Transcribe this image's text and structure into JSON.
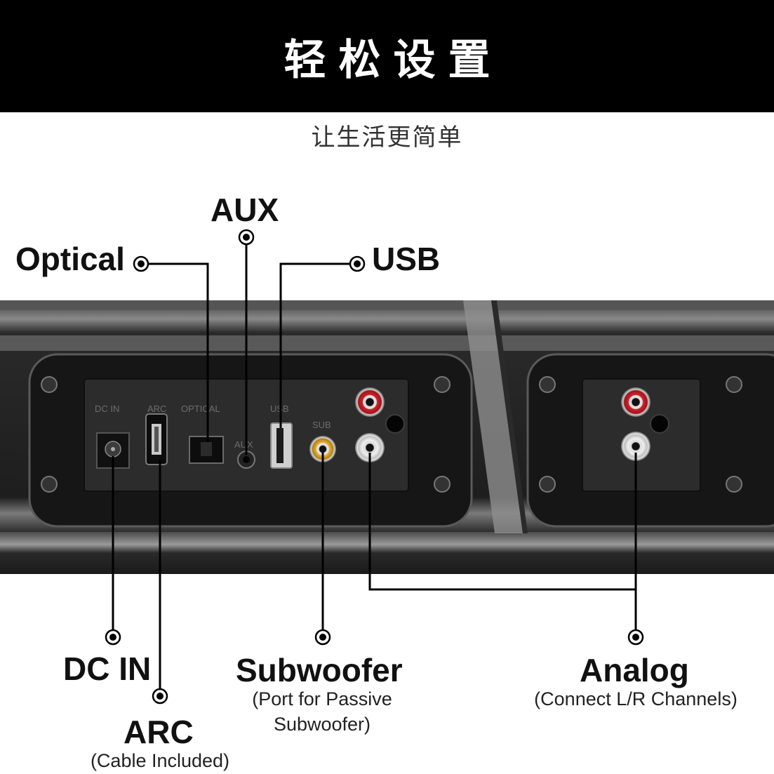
{
  "header": {
    "title": "轻松设置"
  },
  "subtitle": "让生活更简单",
  "callouts": {
    "optical": "Optical",
    "aux": "AUX",
    "usb": "USB",
    "dc_in": "DC IN",
    "arc": "ARC",
    "arc_note": "(Cable Included)",
    "subwoofer": "Subwoofer",
    "subwoofer_note_1": "(Port for Passive",
    "subwoofer_note_2": "Subwoofer)",
    "analog": "Analog",
    "analog_note": "(Connect L/R Channels)"
  },
  "panel_labels": {
    "dc_in": "DC IN",
    "arc": "ARC",
    "optical": "OPTICAL",
    "usb": "USB",
    "aux": "AUX",
    "sub": "SUB"
  },
  "colors": {
    "header_bg": "#000000",
    "bar_body": "#1c1c1c",
    "panel": "#262626",
    "rca_red": "#d0202a",
    "rca_white": "#e8e8e8",
    "rca_yellow": "#d9a520"
  }
}
